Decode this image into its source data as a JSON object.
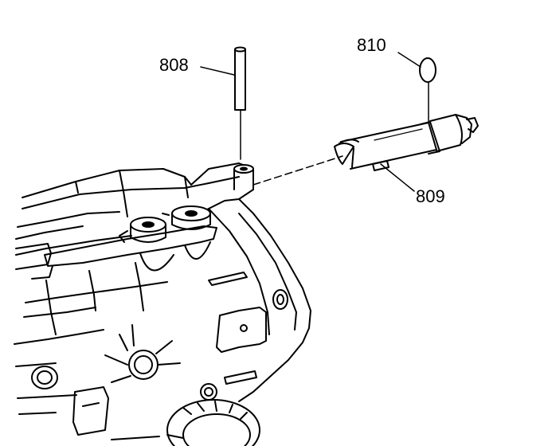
{
  "callouts": {
    "part_808": "808",
    "part_810": "810",
    "part_809": "809"
  },
  "colors": {
    "ink": "#000000",
    "paper": "#ffffff"
  }
}
